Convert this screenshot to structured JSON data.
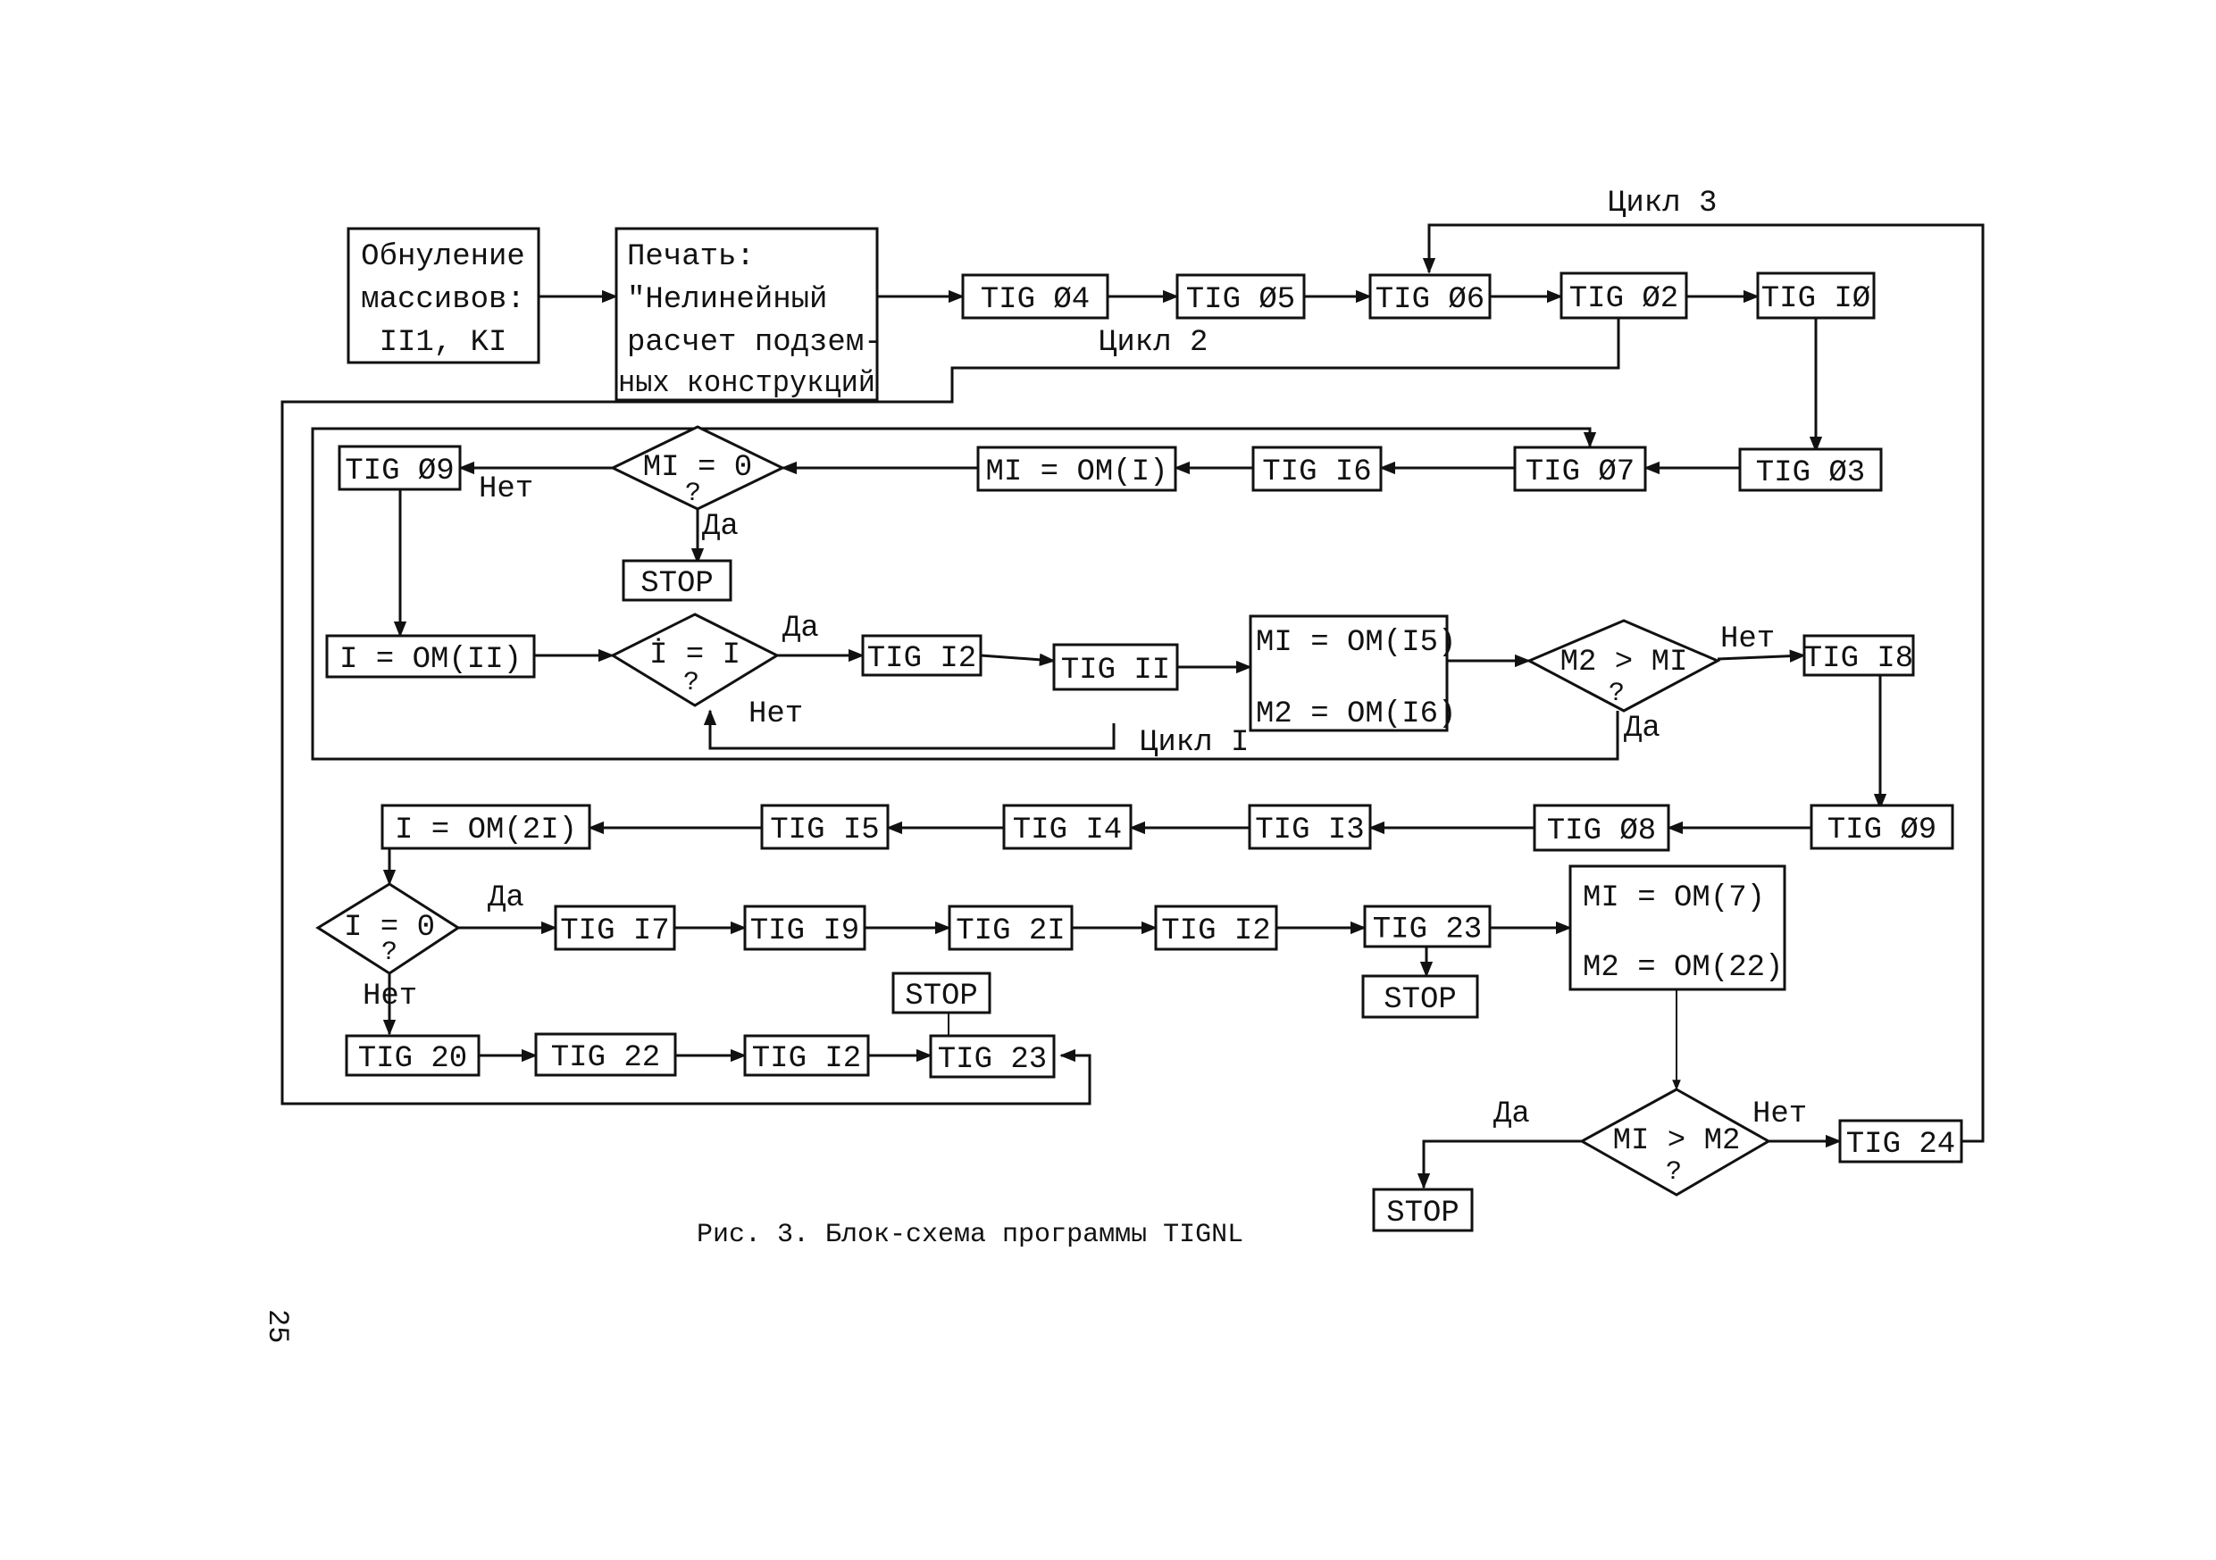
{
  "title": "Блок-схема программы TIGNL",
  "caption": "Рис. 3. Блок-схема программы TIGNL",
  "page_number": "25",
  "loop_labels": {
    "cycle1": "Цикл I",
    "cycle2": "Цикл 2",
    "cycle3": "Цикл 3"
  },
  "branch_labels": {
    "yes": "Да",
    "no": "Нет"
  },
  "nodes": {
    "init": [
      "Обнуление",
      "массивов:",
      "II1, KI"
    ],
    "print": [
      "Печать:",
      "\"Нелинейный",
      "расчет подзем-",
      "ных конструкций"
    ],
    "tig04": "TIG Ø4",
    "tig05": "TIG Ø5",
    "tig06": "TIG Ø6",
    "tig02": "TIG Ø2",
    "tig10": "TIG IØ",
    "tig03": "TIG Ø3",
    "tig07": "TIG Ø7",
    "tig16": "TIG I6",
    "mi_om_i": "MI = OM(I)",
    "dec_mi0": [
      "MI = 0",
      "?"
    ],
    "tig09a": "TIG Ø9",
    "stop1": "STOP",
    "i_om_11": "I = OM(II)",
    "dec_ii": [
      "İ = I",
      "?"
    ],
    "tig12a": "TIG I2",
    "tig11": "TIG II",
    "m_om_15_16": [
      "MI = OM(I5)",
      "M2 = OM(I6)"
    ],
    "dec_m2m1": [
      "M2 > MI",
      "?"
    ],
    "tig18": "TIG I8",
    "tig09b": "TIG Ø9",
    "tig08": "TIG Ø8",
    "tig13": "TIG I3",
    "tig14": "TIG I4",
    "tig15": "TIG I5",
    "i_om_21": "I = OM(2I)",
    "dec_i0": [
      "I = 0",
      "?"
    ],
    "tig17": "TIG I7",
    "tig19": "TIG I9",
    "tig21": "TIG 2I",
    "tig12b": "TIG I2",
    "tig23a": "TIG 23",
    "stop2": "STOP",
    "m_om_7_22": [
      "MI = OM(7)",
      "M2 = OM(22)"
    ],
    "dec_m1m2": [
      "MI > M2",
      "?"
    ],
    "tig24": "TIG 24",
    "stop4": "STOP",
    "tig20": "TIG 20",
    "tig22": "TIG 22",
    "tig12c": "TIG I2",
    "tig23b": "TIG 23",
    "stop3": "STOP"
  }
}
